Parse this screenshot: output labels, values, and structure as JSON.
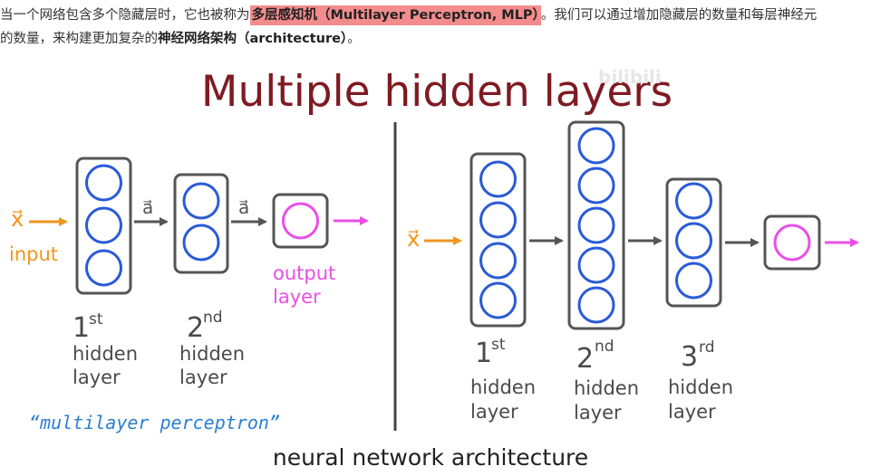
{
  "paragraph": {
    "line1_prefix": "当一个网络包含多个隐藏层时，它也被称为",
    "line1_highlight": "多层感知机（Multilayer Perceptron, MLP）",
    "line1_suffix": "。我们可以通过增加隐藏层的数量和每层神经元",
    "line2_prefix": "的数量，来构建更加复杂的",
    "line2_bold": "神经网络架构（architecture）",
    "line2_suffix": "。"
  },
  "watermark": "bilibili",
  "diagram": {
    "title": "Multiple hidden layers",
    "bottom_caption": "neural network architecture",
    "left": {
      "input_symbol": "x⃗",
      "input_label": "input",
      "edge_label_1": "a⃗",
      "edge_label_2": "a⃗",
      "output_label_line1": "output",
      "output_label_line2": "layer",
      "layer1_ordinal_num": "1",
      "layer1_ordinal_sup": "st",
      "layer1_line1": "hidden",
      "layer1_line2": "layer",
      "layer2_ordinal_num": "2",
      "layer2_ordinal_sup": "nd",
      "layer2_line1": "hidden",
      "layer2_line2": "layer",
      "handwritten_note": "“multilayer perceptron”"
    },
    "right": {
      "input_symbol": "x⃗",
      "layer1_ordinal_num": "1",
      "layer1_ordinal_sup": "st",
      "layer1_line1": "hidden",
      "layer1_line2": "layer",
      "layer2_ordinal_num": "2",
      "layer2_ordinal_sup": "nd",
      "layer2_line1": "hidden",
      "layer2_line2": "layer",
      "layer3_ordinal_num": "3",
      "layer3_ordinal_sup": "rd",
      "layer3_line1": "hidden",
      "layer3_line2": "layer"
    },
    "colors": {
      "title": "#7f1a22",
      "neuron": "#2a5bd7",
      "input_arrow": "#f0961e",
      "output": "#e94fe6",
      "box": "#555555",
      "note": "#2a7fd4"
    }
  }
}
